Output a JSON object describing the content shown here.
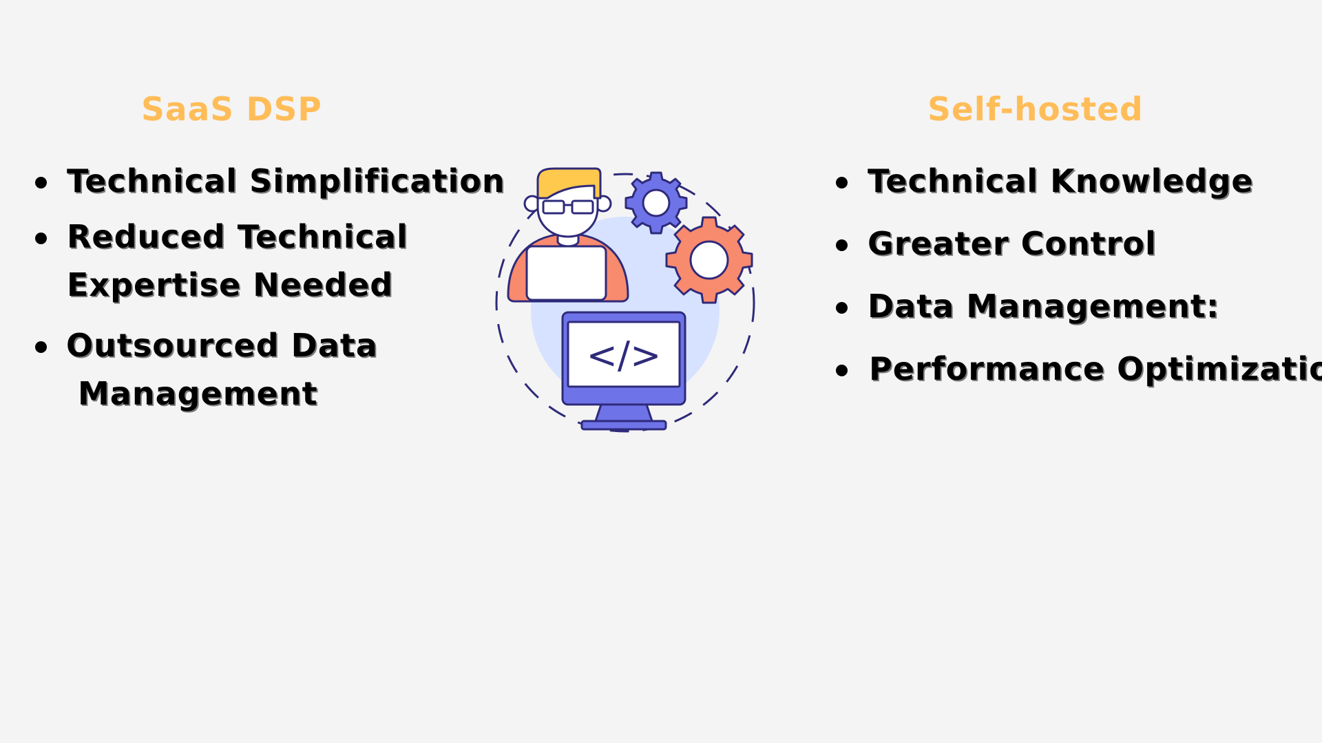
{
  "left": {
    "heading": "SaaS DSP",
    "items": [
      {
        "text": "Technical Simplification"
      },
      {
        "text": "Reduced Technical\nExpertise Needed"
      },
      {
        "text": "Outsourced Data\n Management"
      }
    ]
  },
  "right": {
    "heading": "Self-hosted",
    "items": [
      {
        "text": "Technical Knowledge"
      },
      {
        "text": "Greater Control"
      },
      {
        "text": "Data Management:"
      },
      {
        "text": "Performance Optimization"
      }
    ]
  },
  "colors": {
    "background": "#f4f4f4",
    "heading": "#ffbd59",
    "text": "#000000",
    "outline": "#2e2a7a",
    "accent_orange": "#f88a6e",
    "accent_blue": "#6f73e8",
    "circle_fill": "#d6e2ff",
    "hair": "#ffc94d"
  },
  "illustration": {
    "icons": [
      "developer-person-icon",
      "laptop-icon",
      "small-gear-icon",
      "large-gear-icon",
      "monitor-code-icon"
    ],
    "code_symbol": "</>"
  }
}
